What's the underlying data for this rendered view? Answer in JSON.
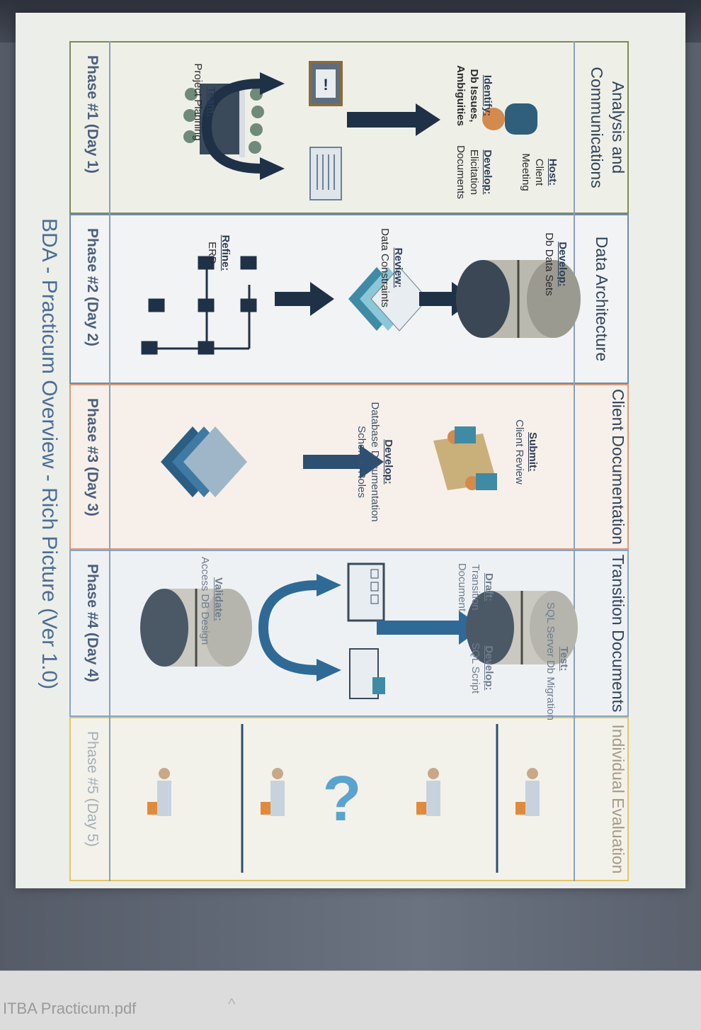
{
  "title": "BDA - Practicum Overview - Rich Picture (Ver 1.0)",
  "phases": [
    {
      "label": "Phase #1   (Day 1)",
      "category": "Analysis and Communications",
      "items": {
        "team_head": "Team:",
        "team_text": "Project Planning",
        "identify_head": "Identify:",
        "identify_text1": "Db Issues,",
        "identify_text2": "Ambiguities",
        "develop_head": "Develop:",
        "develop_text1": "Elicitation",
        "develop_text2": "Documents",
        "host_head": "Host:",
        "host_text1": "Client",
        "host_text2": "Meeting"
      }
    },
    {
      "label": "Phase #2   (Day 2)",
      "category": "Data Architecture",
      "items": {
        "refine_head": "Refine:",
        "refine_text": "ERD",
        "review_head": "Review:",
        "review_text": "Data Constraints",
        "develop_head": "Develop:",
        "develop_text": "Db Data Sets"
      }
    },
    {
      "label": "Phase #3   (Day 3)",
      "category": "Client Documentation",
      "items": {
        "develop_head": "Develop:",
        "develop_text1": "Database Documentation",
        "develop_text2": "Schema, Roles",
        "submit_head": "Submit:",
        "submit_text": "Client Review"
      }
    },
    {
      "label": "Phase #4   (Day 4)",
      "category": "Transition Documents",
      "items": {
        "validate_head": "Validate:",
        "validate_text": "Access DB Design",
        "draft_head": "Draft:",
        "draft_text1": "Transition",
        "draft_text2": "Document",
        "develop_head": "Develop:",
        "develop_text": "SQL Script",
        "test_head": "Test:",
        "test_text": "SQL Server Db Migration"
      }
    },
    {
      "label": "Phase #5   (Day 5)",
      "category": "Individual Evaluation",
      "items": {
        "question": "?"
      }
    }
  ],
  "download_bar": {
    "filename": "ITBA Practicum.pdf",
    "chevron": "^"
  },
  "colors": {
    "accent": "#2c4f72",
    "arrow": "#1f3146",
    "band1": "#7c8c52",
    "band3": "#d99a7c",
    "band5": "#e2c766"
  }
}
